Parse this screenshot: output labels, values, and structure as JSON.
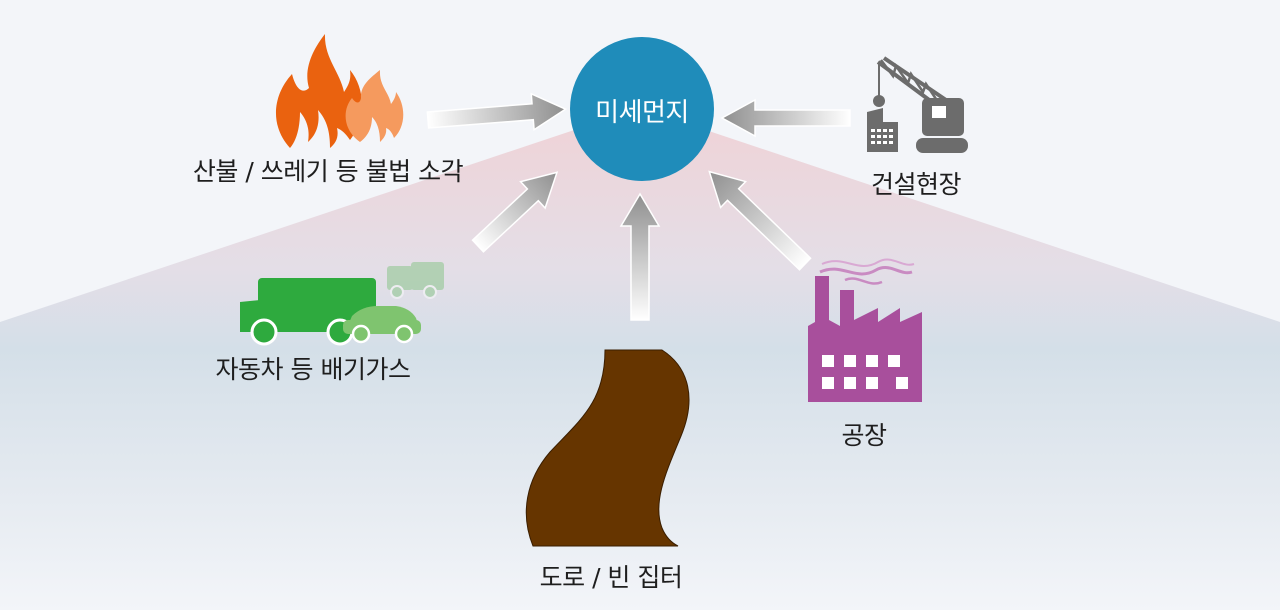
{
  "center": {
    "label": "미세먼지",
    "color": "#1f8cba"
  },
  "sources": [
    {
      "label": "산불 / 쓰레기 등 불법 소각",
      "icon": "flame-icon"
    },
    {
      "label": "건설현장",
      "icon": "construction-crane-icon"
    },
    {
      "label": "자동차 등 배기가스",
      "icon": "vehicles-icon"
    },
    {
      "label": "공장",
      "icon": "factory-icon"
    },
    {
      "label": "도로 / 빈 집터",
      "icon": "road-icon"
    }
  ],
  "colors": {
    "flame_dark": "#ea620f",
    "flame_light": "#f59a5e",
    "truck": "#2eaa3e",
    "truck_faded": "#a6d8a2",
    "car": "#7fc46f",
    "factory": "#a84f9c",
    "smoke": "#c98bc2",
    "crane": "#6c6c6c",
    "road": "#663500",
    "arrow": "#a6a6a6"
  }
}
